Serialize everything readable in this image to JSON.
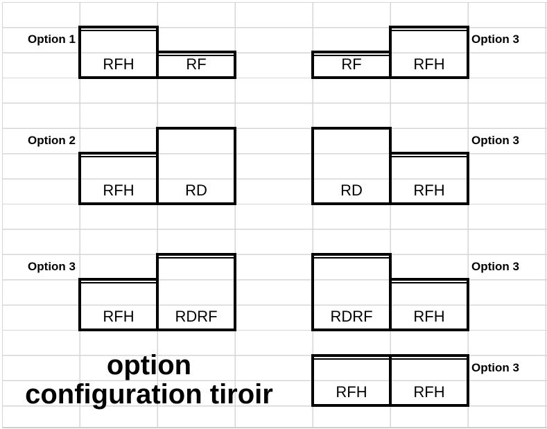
{
  "colors": {
    "background": "#ffffff",
    "gridline": "#d6d6d6",
    "box_border": "#000000",
    "text": "#000000"
  },
  "caption": {
    "line1": "option",
    "line2": "configuration tiroir"
  },
  "diagram": {
    "groups": [
      {
        "option_label": "Option 1",
        "side": "left",
        "boxes": [
          "RFH",
          "RF"
        ]
      },
      {
        "option_label": "Option 3",
        "side": "right",
        "boxes": [
          "RF",
          "RFH"
        ]
      },
      {
        "option_label": "Option 2",
        "side": "left",
        "boxes": [
          "RFH",
          "RD"
        ]
      },
      {
        "option_label": "Option 3",
        "side": "right",
        "boxes": [
          "RD",
          "RFH"
        ]
      },
      {
        "option_label": "Option 3",
        "side": "left",
        "boxes": [
          "RFH",
          "RDRF"
        ]
      },
      {
        "option_label": "Option 3",
        "side": "right",
        "boxes": [
          "RDRF",
          "RFH"
        ]
      },
      {
        "option_label": "Option 3",
        "side": "right",
        "boxes": [
          "RFH",
          "RFH"
        ]
      }
    ]
  }
}
